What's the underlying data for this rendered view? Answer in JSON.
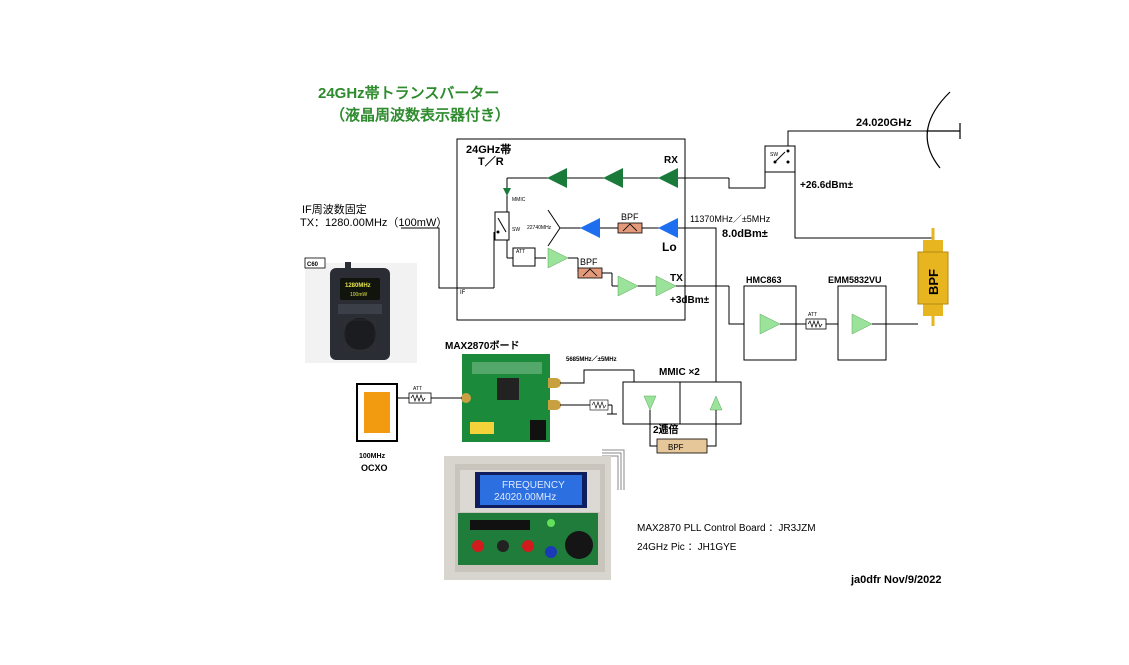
{
  "title": {
    "line1": "24GHz帯トランスバーター",
    "line2": "（液晶周波数表示器付き）"
  },
  "transverter": {
    "label_line1": "24GHz帯",
    "label_line2": "T／R",
    "rx": "RX",
    "tx": "TX",
    "lo": "Lo",
    "bpf": "BPF",
    "mmic": "MMIC",
    "sw": "SW",
    "att": "ATT",
    "lo_freq": "22740MHz",
    "if_port": "IF"
  },
  "signals": {
    "antenna_freq": "24.020GHz",
    "rx_power": "+26.6dBm±",
    "lo_freq": "11370MHz／±5MHz",
    "lo_power": "8.0dBm±",
    "tx_power": "+3dBm±",
    "if_title": "IF周波数固定",
    "if_freq": "TX：1280.00MHz（100mW）",
    "max_out_freq": "5685MHz／±5MHz"
  },
  "blocks": {
    "sw": "SW",
    "hmc": "HMC863",
    "emm": "EMM5832VU",
    "bpf_big": "BPF",
    "att": "ATT",
    "mmic_x2": "MMIC ×2",
    "doubler": "2逓倍",
    "bpf_small": "BPF",
    "max_board": "MAX2870ボード",
    "ocxo_freq": "100MHz",
    "ocxo": "OCXO",
    "radio_tag": "C60"
  },
  "radio_display": {
    "line1": "1280MHz",
    "line2": "100mW"
  },
  "lcd": {
    "line1": "FREQUENCY",
    "line2": "24020.00MHz"
  },
  "credits": {
    "line1": "MAX2870 PLL Control Board ：JR3JZM",
    "line2": "24GHz Pic ：JH1GYE",
    "signature": "ja0dfr Nov/9/2022"
  },
  "colors": {
    "title_green": "#2e8b2e",
    "rx_amp": "#1a7a3a",
    "lo_amp": "#1e6ef0",
    "tx_amp": "#9be39b",
    "bpf_fill": "#e39a7a",
    "big_bpf": "#e6b51f",
    "ocxo": "#f29a10"
  }
}
